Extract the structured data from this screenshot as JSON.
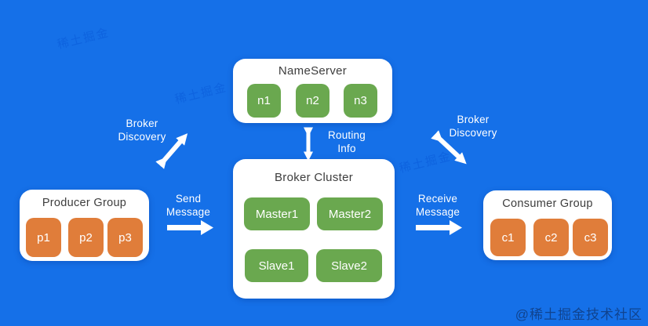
{
  "colors": {
    "background": "#1570e8",
    "panel": "#ffffff",
    "green_node": "#6aa84f",
    "orange_node": "#e07d3a",
    "panel_title_text": "#3d3d3d",
    "node_text": "#ffffff",
    "label_text": "#ffffff",
    "arrow": "#ffffff"
  },
  "nameserver": {
    "title": "NameServer",
    "nodes": [
      "n1",
      "n2",
      "n3"
    ]
  },
  "broker_cluster": {
    "title": "Broker Cluster",
    "masters": [
      "Master1",
      "Master2"
    ],
    "slaves": [
      "Slave1",
      "Slave2"
    ]
  },
  "producer_group": {
    "title": "Producer Group",
    "producers": [
      "p1",
      "p2",
      "p3"
    ]
  },
  "consumer_group": {
    "title": "Consumer Group",
    "consumers": [
      "c1",
      "c2",
      "c3"
    ]
  },
  "labels": {
    "broker_discovery_left": "Broker\nDiscovery",
    "routing_info": "Routing\nInfo",
    "send_message": "Send\nMessage",
    "receive_message": "Receive\nMessage",
    "broker_discovery_right": "Broker\nDiscovery"
  },
  "watermark": {
    "corner": "@稀土掘金技术社区",
    "tile": "稀土掘金"
  }
}
